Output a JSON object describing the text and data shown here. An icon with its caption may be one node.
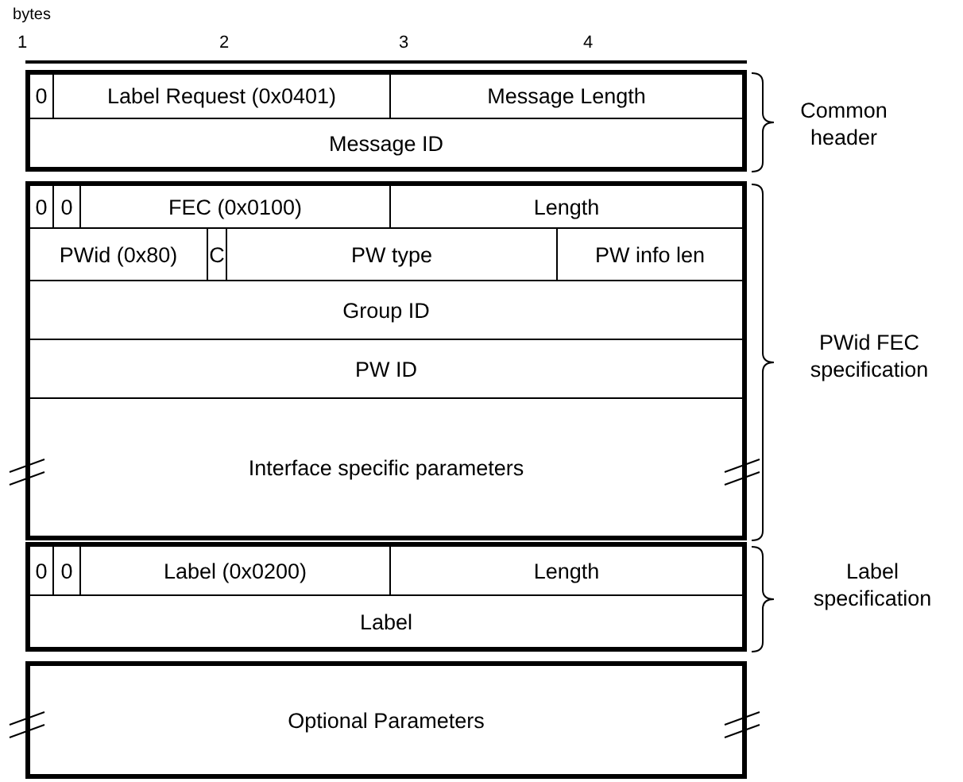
{
  "diagram": {
    "labels": [
      "bytes",
      "1",
      "2",
      "3",
      "4",
      "0",
      "Label Request (0x0401)",
      "Message Length",
      "Common header",
      "Message ID",
      "0",
      "0",
      "FEC (0x0100)",
      "Length",
      "PWid (0x80)",
      "C",
      "PW type",
      "PW info len",
      "Group ID",
      "PWid FEC specification",
      "PW ID",
      "Interface specific parameters",
      "0",
      "0",
      "Label (0x0200)",
      "Length",
      "Label specification",
      "Label",
      "Optional Parameters"
    ]
  }
}
